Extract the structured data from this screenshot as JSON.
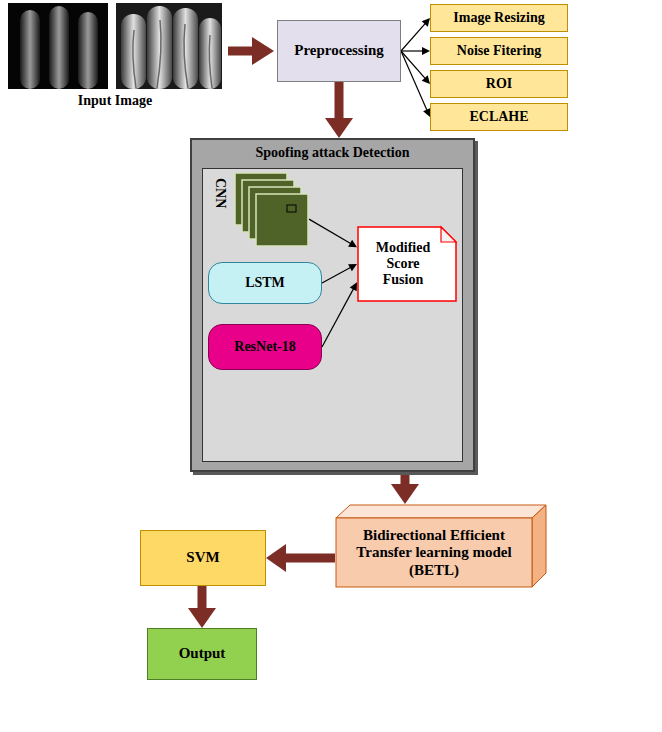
{
  "diagram": {
    "nodes": [
      {
        "text": [
          "Preprocessing"
        ]
      },
      {
        "text": [
          "Image Resizing"
        ]
      },
      {
        "text": [
          "Noise Fitering"
        ]
      },
      {
        "text": [
          "ROI"
        ]
      },
      {
        "text": [
          "ECLAHE"
        ]
      },
      {
        "text": [
          "Spoofing attack Detection"
        ]
      },
      {
        "text": [
          "CNN"
        ],
        "in": 5
      },
      {
        "text": [
          "LSTM"
        ],
        "in": 5
      },
      {
        "text": [
          "ResNet-18"
        ],
        "in": 5
      },
      {
        "text": [
          "Modified Score Fusion"
        ],
        "in": 5
      },
      {
        "text": [
          "Bidirectional Efficient Transfer learning model (BETL)"
        ]
      },
      {
        "text": [
          "SVM"
        ]
      },
      {
        "text": [
          "Output"
        ]
      }
    ],
    "edges": [
      {
        "from": 0,
        "to": 1,
        "arrow": "to"
      },
      {
        "from": 0,
        "to": 2,
        "arrow": "to"
      },
      {
        "from": 0,
        "to": 3,
        "arrow": "to"
      },
      {
        "from": 0,
        "to": 4,
        "arrow": "to"
      },
      {
        "from": 0,
        "to": 5,
        "arrow": "to"
      },
      {
        "from": 6,
        "to": 9,
        "arrow": "to"
      },
      {
        "from": 7,
        "to": 9,
        "arrow": "to"
      },
      {
        "from": 8,
        "to": 9,
        "arrow": "to"
      },
      {
        "from": 5,
        "to": 10,
        "arrow": "to"
      },
      {
        "from": 10,
        "to": 11,
        "arrow": "to"
      },
      {
        "from": 11,
        "to": 12,
        "arrow": "to"
      }
    ],
    "labels": [
      "Input Image"
    ]
  }
}
